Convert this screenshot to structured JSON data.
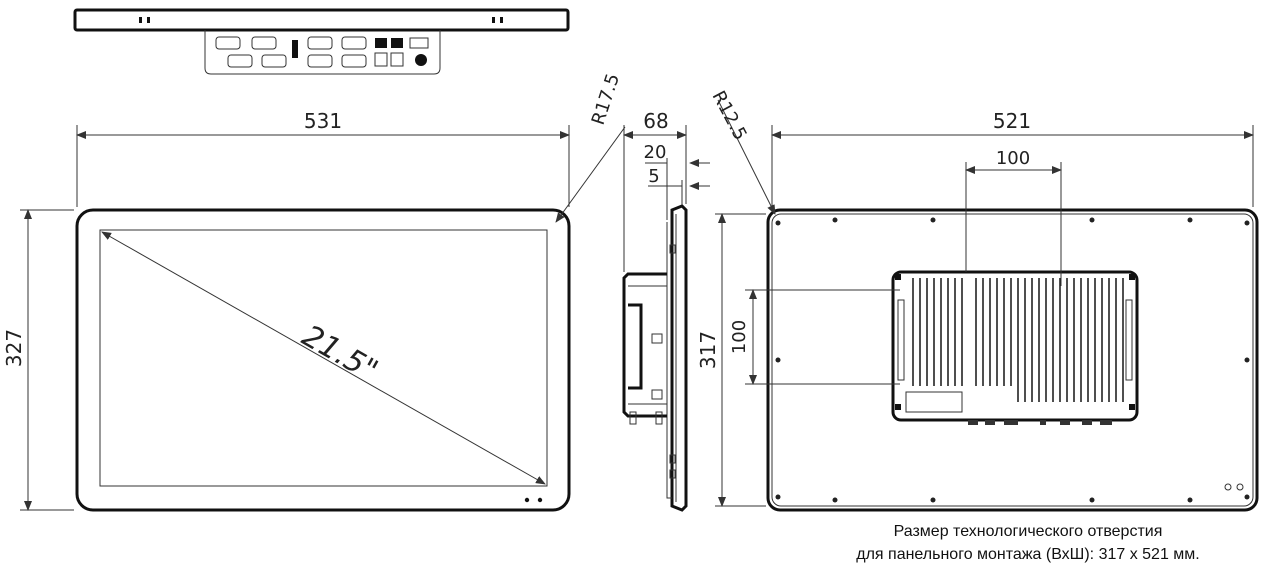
{
  "dimensions": {
    "front_width": "531",
    "front_height": "327",
    "corner_radius_front": "R17.5",
    "side_depth": "68",
    "side_bezel": "20",
    "side_step": "5",
    "corner_radius_back": "R12.5",
    "cutout_width": "521",
    "cutout_height": "317",
    "vesa_horizontal": "100",
    "vesa_vertical": "100",
    "diagonal": "21.5\""
  },
  "caption": {
    "line1": "Размер технологического отверстия",
    "line2": "для панельного монтажа (ВхШ): 317 x 521 мм."
  }
}
